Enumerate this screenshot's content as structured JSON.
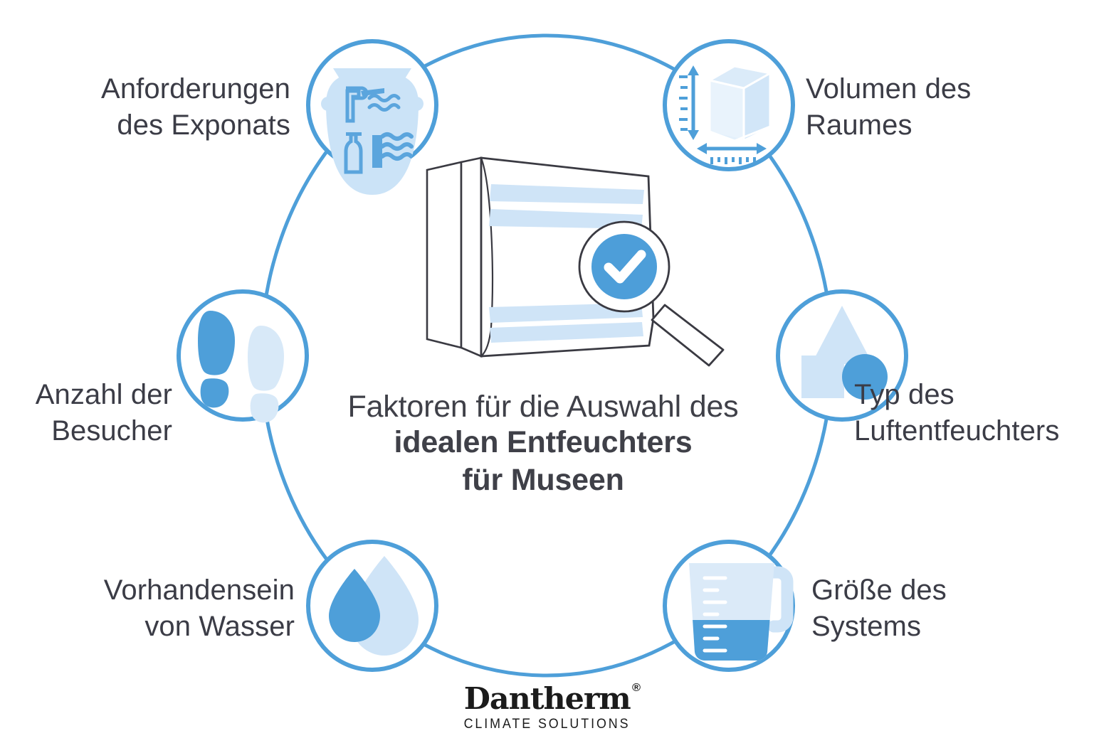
{
  "colors": {
    "ring": "#4e9fd9",
    "accent_blue": "#4d9ed9",
    "icon_light": "#cbe3f7",
    "icon_mid": "#dceaf8",
    "text": "#3b3c46",
    "title_text": "#3f4048",
    "outline": "#3a3a42",
    "logo": "#1b1b1b",
    "background": "#ffffff"
  },
  "center": {
    "title_line1": "Faktoren für die Auswahl des",
    "title_line2": "idealen Entfeuchters",
    "title_line3": "für Museen",
    "device_name": "dehumidifier-unit",
    "badge_icon": "magnifier-check-icon"
  },
  "nodes": [
    {
      "id": "exhibit",
      "label": "Anforderungen\ndes Exponats",
      "icon": "museum-vase-icon",
      "align": "right"
    },
    {
      "id": "volume",
      "label": "Volumen des\nRaumes",
      "icon": "cube-measure-icon",
      "align": "left"
    },
    {
      "id": "type",
      "label": "Typ des\nLuftentfeuchters",
      "icon": "shapes-icon",
      "align": "left"
    },
    {
      "id": "size",
      "label": "Größe des\nSystems",
      "icon": "measuring-jug-icon",
      "align": "left"
    },
    {
      "id": "water",
      "label": "Vorhandensein\nvon Wasser",
      "icon": "water-drops-icon",
      "align": "right"
    },
    {
      "id": "visitors",
      "label": "Anzahl der\nBesucher",
      "icon": "footprints-icon",
      "align": "right"
    }
  ],
  "logo": {
    "wordmark": "Dantherm",
    "registered": "®",
    "tagline": "CLIMATE SOLUTIONS"
  }
}
